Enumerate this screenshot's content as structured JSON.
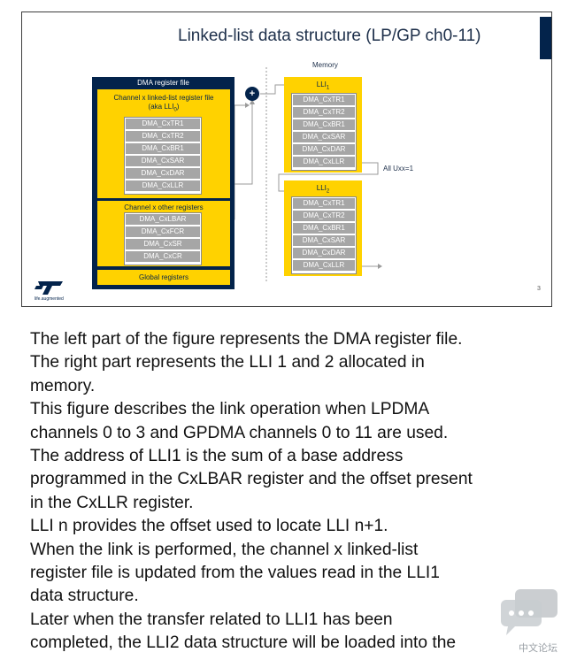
{
  "slide": {
    "title": "Linked-list data structure (LP/GP ch0-11)",
    "page_number": "3",
    "logo_tagline": "life.augmented",
    "register_file": {
      "title": "DMA register file",
      "linked_list_caption_1": "Channel x linked-list register file",
      "linked_list_caption_2": "(aka LLI",
      "linked_list_caption_sub": "0",
      "linked_list_caption_end": ")",
      "linked_list_registers": [
        "DMA_CxTR1",
        "DMA_CxTR2",
        "DMA_CxBR1",
        "DMA_CxSAR",
        "DMA_CxDAR",
        "DMA_CxLLR"
      ],
      "other_caption": "Channel x other registers",
      "other_registers": [
        "DMA_CxLBAR",
        "DMA_CxFCR",
        "DMA_CxSR",
        "DMA_CxCR"
      ],
      "global_caption": "Global registers"
    },
    "memory": {
      "label": "Memory",
      "adder_symbol": "+",
      "uxx_label": "All Uxx=1",
      "lli1": {
        "label": "LLI",
        "sub": "1",
        "registers": [
          "DMA_CxTR1",
          "DMA_CxTR2",
          "DMA_CxBR1",
          "DMA_CxSAR",
          "DMA_CxDAR",
          "DMA_CxLLR"
        ]
      },
      "lli2": {
        "label": "LLI",
        "sub": "2",
        "registers": [
          "DMA_CxTR1",
          "DMA_CxTR2",
          "DMA_CxBR1",
          "DMA_CxSAR",
          "DMA_CxDAR",
          "DMA_CxLLR"
        ]
      }
    }
  },
  "body": {
    "lines": [
      "The left part of the figure represents the DMA register file.",
      "The right part represents the LLI 1 and 2 allocated in",
      "memory.",
      "This figure describes the link operation when LPDMA",
      "channels 0 to 3 and GPDMA channels 0 to 11 are used.",
      "The address of LLI1 is the sum of a base address",
      "programmed in the CxLBAR register and the offset present",
      "in the CxLLR register.",
      "LLI n provides the offset used to locate LLI n+1.",
      "When the link is performed, the channel x linked-list",
      "register file is updated from the values read in the LLI1",
      "data structure.",
      "Later when the transfer related to LLI1 has been",
      "completed, the LLI2 data structure will be loaded into the"
    ]
  },
  "watermark": {
    "icon": "chat-bubbles-icon",
    "text": "中文论坛"
  },
  "colors": {
    "navy": "#03234b",
    "gold": "#ffd200",
    "register_gray": "#a6a6a6",
    "line_gray": "#9a9a9a"
  }
}
